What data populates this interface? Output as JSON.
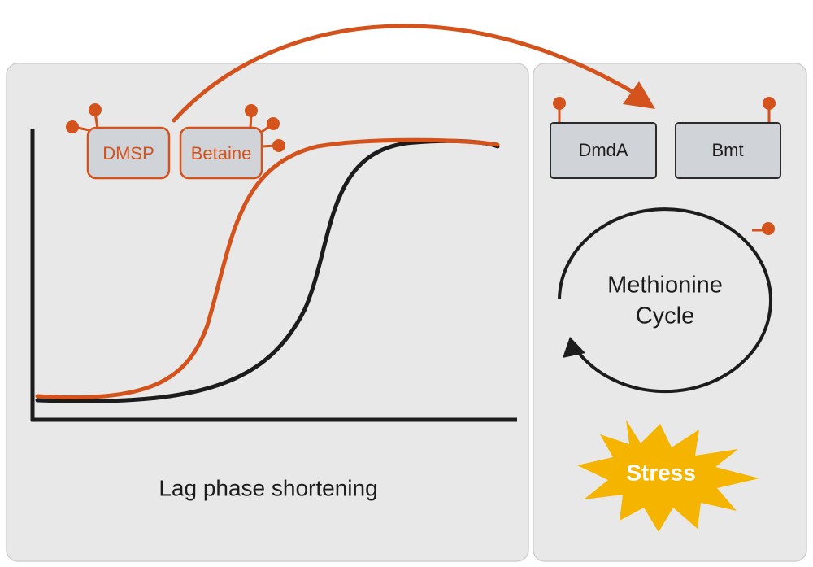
{
  "left_panel": {
    "caption": "Lag phase shortening",
    "molecules": [
      {
        "label": "DMSP"
      },
      {
        "label": "Betaine"
      }
    ]
  },
  "right_panel": {
    "enzymes": [
      {
        "label": "DmdA"
      },
      {
        "label": "Bmt"
      }
    ],
    "cycle": {
      "line1": "Methionine",
      "line2": "Cycle"
    },
    "stress": {
      "label": "Stress"
    }
  },
  "colors": {
    "panel_bg": "#e8e8e8",
    "panel_border": "#cfcfcf",
    "accent_orange": "#d4521c",
    "box_fill": "#d0d3d8",
    "curve_dark": "#1c1c1c",
    "stress_fill": "#f5b400"
  }
}
